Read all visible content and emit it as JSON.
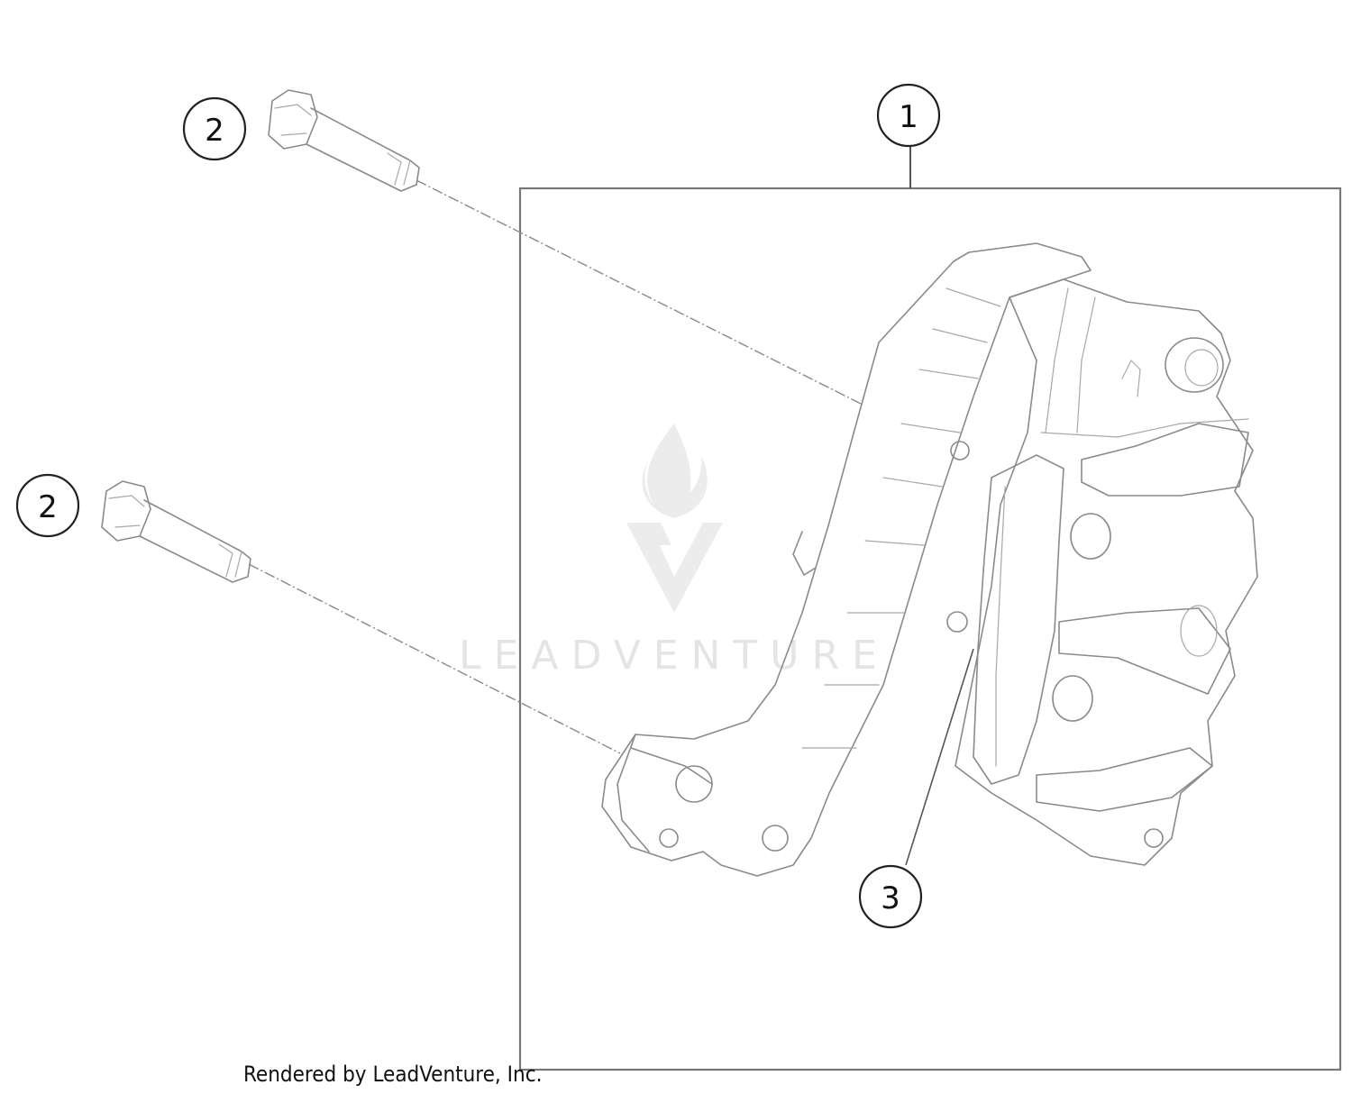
{
  "diagram": {
    "callouts": [
      {
        "id": "callout-1",
        "label": "1"
      },
      {
        "id": "callout-2-upper",
        "label": "2"
      },
      {
        "id": "callout-2-lower",
        "label": "2"
      },
      {
        "id": "callout-3",
        "label": "3"
      }
    ]
  },
  "watermark": {
    "brand_text": "LEADVENTURE",
    "icon": "flame-v-logo-icon"
  },
  "footer": {
    "credit": "Rendered by LeadVenture, Inc."
  },
  "colors": {
    "line": "#8a8a8a",
    "frame": "#777777",
    "callout": "#111111",
    "watermark": "#e4e4e4"
  }
}
